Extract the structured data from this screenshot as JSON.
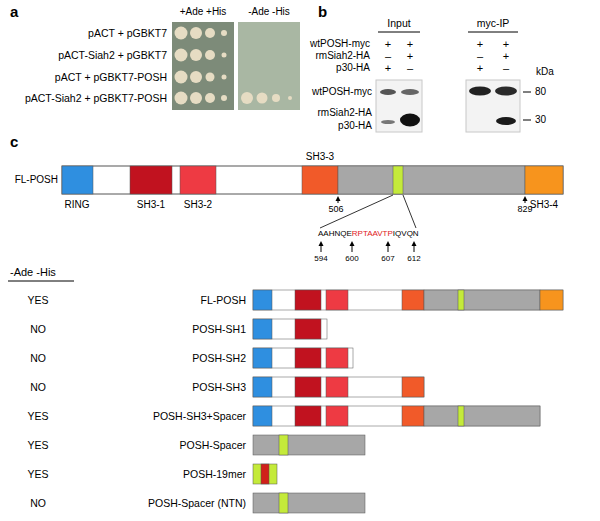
{
  "diagram": {
    "labels": [
      "a",
      "+Ade +His",
      "-Ade -His",
      "pACT + pGBKT7",
      "pACT-Siah2 + pGBKT7",
      "pACT + pGBKT7-POSH",
      "pACT-Siah2 + pGBKT7-POSH",
      "b",
      "Input",
      "myc-IP",
      "wtPOSH-myc",
      "rmSiah2-HA",
      "p30-HA",
      "+",
      "+",
      "+",
      "+",
      "–",
      "+",
      "–",
      "+",
      "+",
      "–",
      "+",
      "–",
      "kDa",
      "wtPOSH-myc",
      "80",
      "rmSiah2-HA",
      "p30-HA",
      "30",
      "c",
      "FL-POSH",
      "RING",
      "SH3-1",
      "SH3-2",
      "SH3-3",
      "SH3-4",
      "506",
      "829",
      "AAHNQE",
      "RPTAAVTP",
      "IQVQN",
      "594",
      "600",
      "607",
      "612",
      "-Ade -His",
      "YES",
      "FL-POSH",
      "NO",
      "POSH-SH1",
      "NO",
      "POSH-SH2",
      "NO",
      "POSH-SH3",
      "YES",
      "POSH-SH3+Spacer",
      "YES",
      "POSH-Spacer",
      "YES",
      "POSH-19mer",
      "NO",
      "POSH-Spacer (NTN)"
    ]
  }
}
